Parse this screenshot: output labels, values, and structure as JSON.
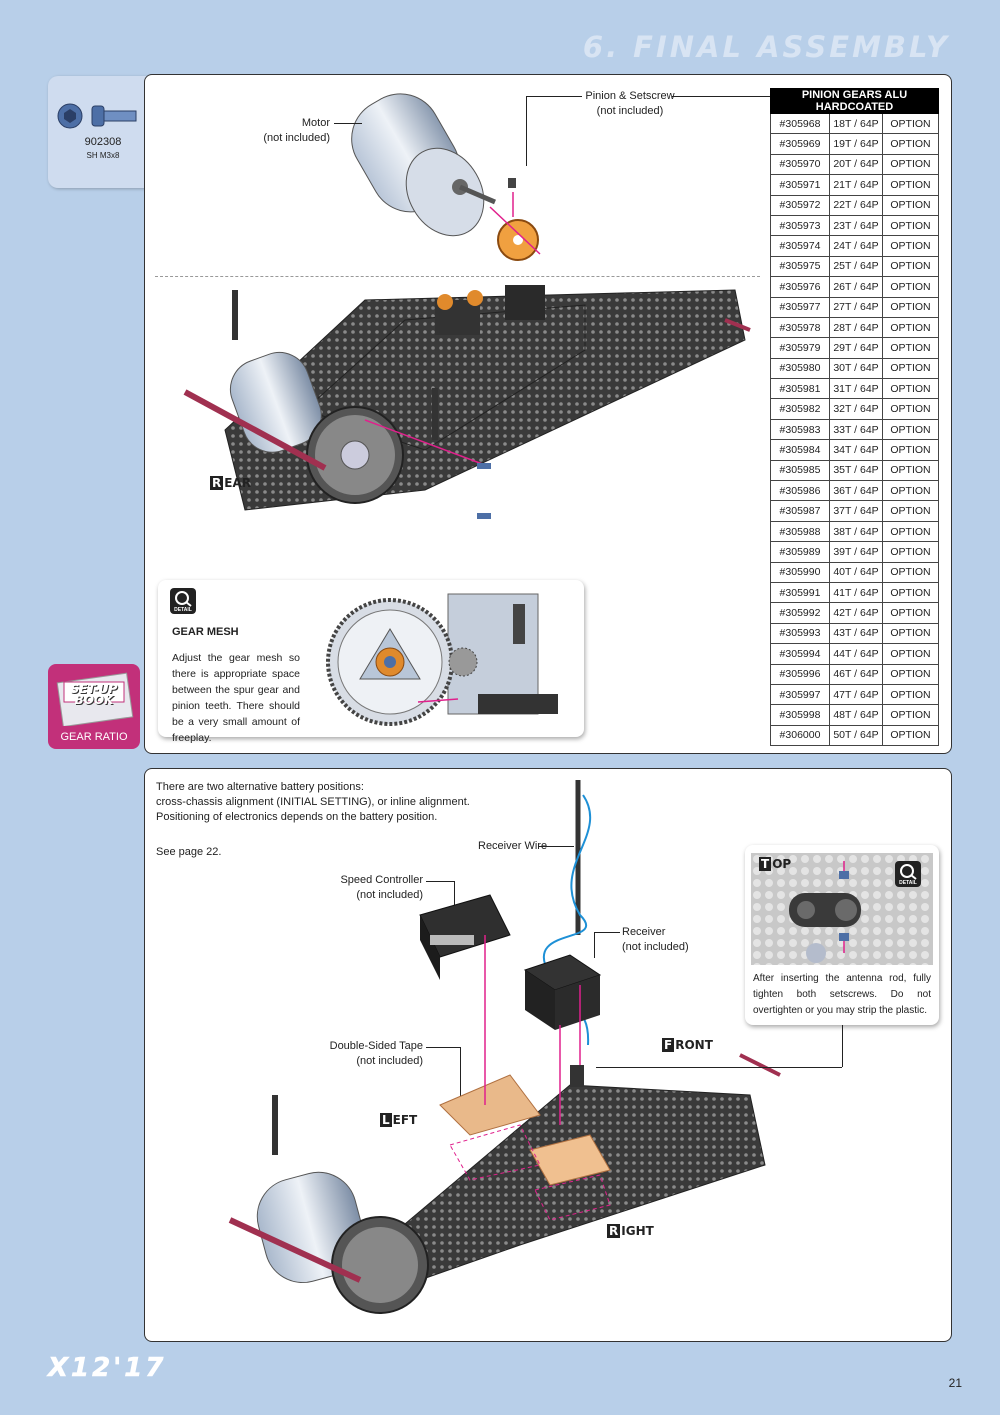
{
  "header": {
    "section_title": "6. FINAL ASSEMBLY"
  },
  "screw": {
    "code": "902308",
    "size": "SH M3x8"
  },
  "top_panel": {
    "motor_label": [
      "Motor",
      "(not included)"
    ],
    "pinion_label": [
      "Pinion & Setscrew",
      "(not included)"
    ],
    "rear_label": "REAR"
  },
  "pinion_table": {
    "title": "PINION GEARS ALU HARDCOATED",
    "rows": [
      [
        "#305968",
        "18T / 64P",
        "OPTION"
      ],
      [
        "#305969",
        "19T / 64P",
        "OPTION"
      ],
      [
        "#305970",
        "20T / 64P",
        "OPTION"
      ],
      [
        "#305971",
        "21T / 64P",
        "OPTION"
      ],
      [
        "#305972",
        "22T / 64P",
        "OPTION"
      ],
      [
        "#305973",
        "23T / 64P",
        "OPTION"
      ],
      [
        "#305974",
        "24T / 64P",
        "OPTION"
      ],
      [
        "#305975",
        "25T / 64P",
        "OPTION"
      ],
      [
        "#305976",
        "26T / 64P",
        "OPTION"
      ],
      [
        "#305977",
        "27T / 64P",
        "OPTION"
      ],
      [
        "#305978",
        "28T / 64P",
        "OPTION"
      ],
      [
        "#305979",
        "29T / 64P",
        "OPTION"
      ],
      [
        "#305980",
        "30T / 64P",
        "OPTION"
      ],
      [
        "#305981",
        "31T / 64P",
        "OPTION"
      ],
      [
        "#305982",
        "32T / 64P",
        "OPTION"
      ],
      [
        "#305983",
        "33T / 64P",
        "OPTION"
      ],
      [
        "#305984",
        "34T / 64P",
        "OPTION"
      ],
      [
        "#305985",
        "35T / 64P",
        "OPTION"
      ],
      [
        "#305986",
        "36T / 64P",
        "OPTION"
      ],
      [
        "#305987",
        "37T / 64P",
        "OPTION"
      ],
      [
        "#305988",
        "38T / 64P",
        "OPTION"
      ],
      [
        "#305989",
        "39T / 64P",
        "OPTION"
      ],
      [
        "#305990",
        "40T / 64P",
        "OPTION"
      ],
      [
        "#305991",
        "41T / 64P",
        "OPTION"
      ],
      [
        "#305992",
        "42T / 64P",
        "OPTION"
      ],
      [
        "#305993",
        "43T / 64P",
        "OPTION"
      ],
      [
        "#305994",
        "44T / 64P",
        "OPTION"
      ],
      [
        "#305996",
        "46T / 64P",
        "OPTION"
      ],
      [
        "#305997",
        "47T / 64P",
        "OPTION"
      ],
      [
        "#305998",
        "48T / 64P",
        "OPTION"
      ],
      [
        "#306000",
        "50T / 64P",
        "OPTION"
      ]
    ]
  },
  "gear_mesh": {
    "icon_text": "DETAIL",
    "title": "GEAR MESH",
    "text": "Adjust the gear mesh so there is appropriate space between the spur gear and pinion teeth. There should be a very small amount of freeplay."
  },
  "setup_book": {
    "badge_line1": "SET-UP",
    "badge_line2": "BOOK",
    "label": "GEAR RATIO"
  },
  "bottom_panel": {
    "intro": [
      "There are two alternative battery positions:",
      "cross-chassis alignment (INITIAL SETTING), or inline alignment.",
      "Positioning of electronics depends on the battery position."
    ],
    "see_page": "See page 22.",
    "receiver_wire": "Receiver Wire",
    "speed_controller": [
      "Speed Controller",
      "(not included)"
    ],
    "receiver": [
      "Receiver",
      "(not included)"
    ],
    "tape": [
      "Double-Sided Tape",
      "(not included)"
    ],
    "front": "FRONT",
    "left": "LEFT",
    "right": "RIGHT",
    "top_tag": "TOP",
    "detail_icon_text": "DETAIL",
    "antenna_note": "After inserting the antenna rod, fully tighten both setscrews. Do not overtighten or you may strip the plastic."
  },
  "footer": {
    "logo": "X12'17",
    "page": "21"
  },
  "colors": {
    "background": "#b8cfe9",
    "accent_pink": "#c2307a",
    "arrow_pink": "#e0208c",
    "anodized_orange": "#e08a2c"
  }
}
